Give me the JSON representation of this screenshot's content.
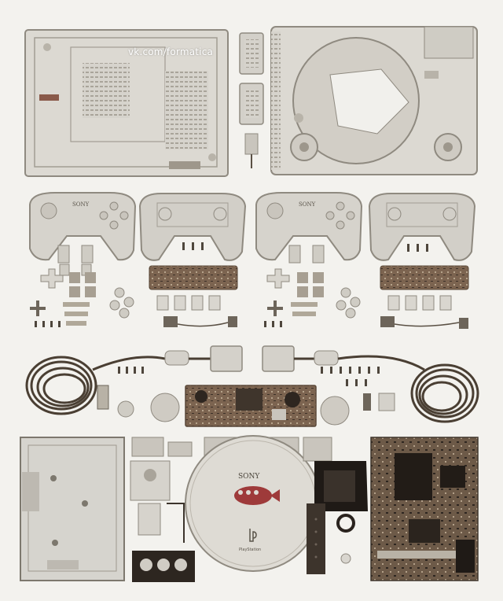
{
  "watermark": "vk.com/formatica",
  "lid_brand": "SONY",
  "lid_logo_text": "PlayStation",
  "controller_brand": "SONY",
  "colors": {
    "background": "#f3f2ee",
    "plastic": "#d9d6cf",
    "plastic_dark": "#b9b4aa",
    "metal": "#cfcdc7",
    "circuit": "#8a6a4a",
    "cable": "#4a3f33",
    "lid_emblem": "#9e3a3a"
  }
}
